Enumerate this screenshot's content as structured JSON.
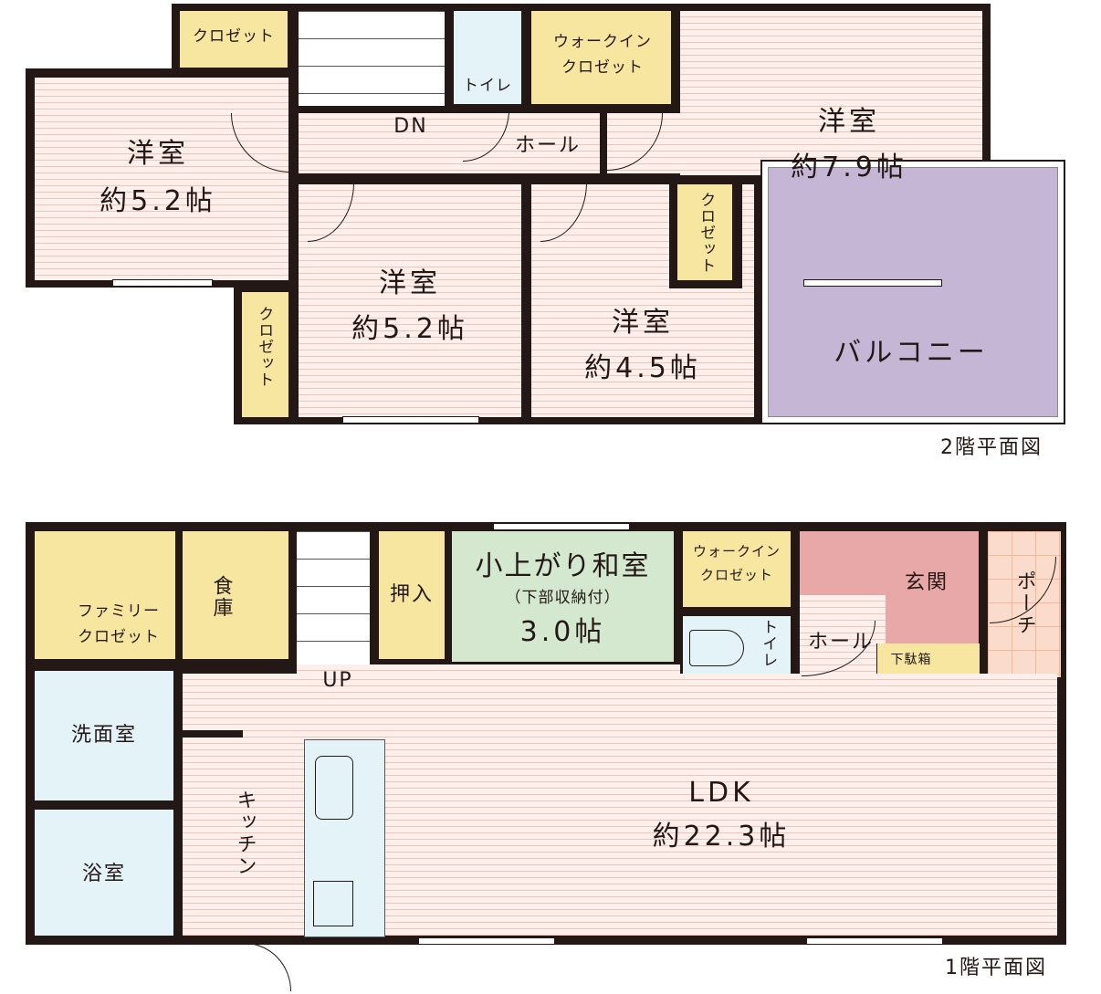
{
  "floor2": {
    "title": "2階平面図",
    "closet_top": "クロゼット",
    "stairs": "DN",
    "toilet": "トイレ",
    "walkin": {
      "line1": "ウォークイン",
      "line2": "クロゼット"
    },
    "hall": "ホール",
    "room_left": {
      "name": "洋室",
      "size": "約5.2帖"
    },
    "room_mid": {
      "name": "洋室",
      "size": "約5.2帖"
    },
    "room_small": {
      "name": "洋室",
      "size": "約4.5帖"
    },
    "room_master": {
      "name": "洋室",
      "size": "約7.9帖"
    },
    "closet_left": "クロゼット",
    "closet_right": "クロゼット",
    "balcony": "バルコニー"
  },
  "floor1": {
    "title": "1階平面図",
    "family_closet": {
      "line1": "ファミリー",
      "line2": "クロゼット"
    },
    "pantry": "食庫",
    "stairs": "UP",
    "oshiire": "押入",
    "washitsu": {
      "name": "小上がり和室",
      "note": "（下部収納付）",
      "size": "3.0帖"
    },
    "walkin": {
      "line1": "ウォークイン",
      "line2": "クロゼット"
    },
    "toilet": "トイレ",
    "hall": "ホール",
    "genkan": "玄関",
    "shoebox": "下駄箱",
    "porch": "ポーチ",
    "washroom": "洗面室",
    "bath": "浴室",
    "kitchen": "キッチン",
    "ldk": {
      "name": "LDK",
      "size": "約22.3帖"
    }
  }
}
